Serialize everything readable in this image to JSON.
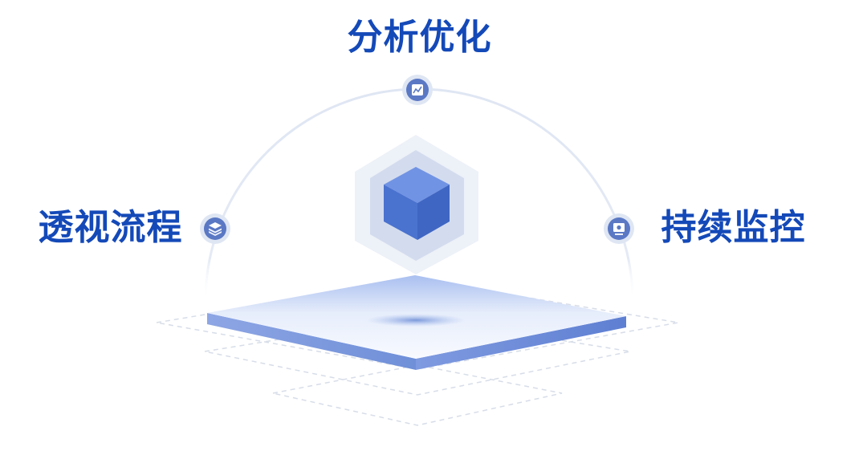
{
  "labels": {
    "top": "分析优化",
    "left": "透视流程",
    "right": "持续监控"
  },
  "icons": {
    "top": "line-chart-icon",
    "left": "layers-icon",
    "right": "monitor-icon"
  },
  "colors": {
    "label_text": "#1449b8",
    "node_fill": "#5a78c4",
    "arc": "#dfe6f3",
    "cube_front": "#4a72cf",
    "cube_top": "#6d8fe0",
    "platform_edge": "#6d8fd6"
  }
}
